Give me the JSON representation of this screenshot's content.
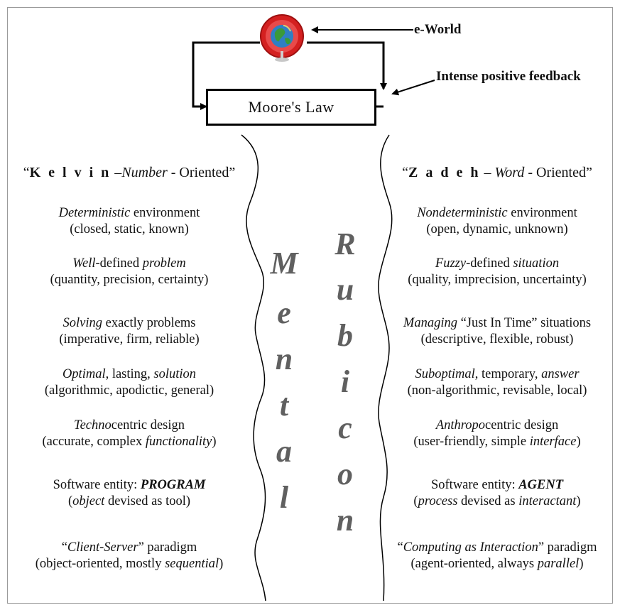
{
  "top": {
    "eworld_label": "e-World",
    "feedback_label": "Intense positive feedback",
    "moore_label": "Moore's Law"
  },
  "left": {
    "heading": {
      "a": "“",
      "b": "K e l v i n",
      "c": " –",
      "d": "Number",
      "e": " - Oriented”"
    },
    "items": [
      {
        "l1": [
          {
            "t": "Deterministic",
            "i": true
          },
          {
            "t": " environment",
            "i": false
          }
        ],
        "l2": "(closed, static, known)"
      },
      {
        "l1": [
          {
            "t": "Well",
            "i": true
          },
          {
            "t": "-defined ",
            "i": false
          },
          {
            "t": "problem",
            "i": true
          }
        ],
        "l2": "(quantity, precision, certainty)"
      },
      {
        "l1": [
          {
            "t": "Solving",
            "i": true
          },
          {
            "t": " exactly problems",
            "i": false
          }
        ],
        "l2": "(imperative, firm, reliable)"
      },
      {
        "l1": [
          {
            "t": "Optimal",
            "i": true
          },
          {
            "t": ", lasting, ",
            "i": false
          },
          {
            "t": "solution",
            "i": true
          }
        ],
        "l2": "(algorithmic, apodictic, general)"
      },
      {
        "l1": [
          {
            "t": "Techno",
            "i": true
          },
          {
            "t": "centric design",
            "i": false
          }
        ],
        "l2m": [
          {
            "t": "(accurate, complex ",
            "i": false
          },
          {
            "t": "functionality",
            "i": true
          },
          {
            "t": ")",
            "i": false
          }
        ]
      },
      {
        "l1": [
          {
            "t": "Software entity:  ",
            "i": false
          },
          {
            "t": "PROGRAM",
            "i": true,
            "b": true
          }
        ],
        "l2m": [
          {
            "t": "(",
            "i": false
          },
          {
            "t": "object",
            "i": true
          },
          {
            "t": " devised as tool)",
            "i": false
          }
        ]
      },
      {
        "l1": [
          {
            "t": "“",
            "i": false
          },
          {
            "t": "Client-Server",
            "i": true
          },
          {
            "t": "” paradigm",
            "i": false
          }
        ],
        "l2m": [
          {
            "t": "(object-oriented, mostly ",
            "i": false
          },
          {
            "t": "sequential",
            "i": true
          },
          {
            "t": ")",
            "i": false
          }
        ]
      }
    ]
  },
  "right": {
    "heading": {
      "a": "“",
      "b": "Z a d e h",
      "c": " – ",
      "d": "Word",
      "e": " - Oriented”"
    },
    "items": [
      {
        "l1": [
          {
            "t": "Nondeterministic",
            "i": true
          },
          {
            "t": " environment",
            "i": false
          }
        ],
        "l2": "(open, dynamic, unknown)"
      },
      {
        "l1": [
          {
            "t": "Fuzzy",
            "i": true
          },
          {
            "t": "-defined ",
            "i": false
          },
          {
            "t": "situation",
            "i": true
          }
        ],
        "l2": "(quality, imprecision, uncertainty)"
      },
      {
        "l1": [
          {
            "t": "Managing",
            "i": true
          },
          {
            "t": " “Just In Time” situations",
            "i": false
          }
        ],
        "l2": "(descriptive, flexible, robust)"
      },
      {
        "l1": [
          {
            "t": "Suboptimal",
            "i": true
          },
          {
            "t": ", temporary, ",
            "i": false
          },
          {
            "t": "answer",
            "i": true
          }
        ],
        "l2": "(non-algorithmic, revisable, local)"
      },
      {
        "l1": [
          {
            "t": "Anthropo",
            "i": true
          },
          {
            "t": "centric design",
            "i": false
          }
        ],
        "l2m": [
          {
            "t": "(user-friendly, simple ",
            "i": false
          },
          {
            "t": "interface",
            "i": true
          },
          {
            "t": ")",
            "i": false
          }
        ]
      },
      {
        "l1": [
          {
            "t": "Software entity:  ",
            "i": false
          },
          {
            "t": "AGENT",
            "i": true,
            "b": true
          }
        ],
        "l2m": [
          {
            "t": "(",
            "i": false
          },
          {
            "t": "process",
            "i": true
          },
          {
            "t": " devised as ",
            "i": false
          },
          {
            "t": "interactant",
            "i": true
          },
          {
            "t": ")",
            "i": false
          }
        ]
      },
      {
        "l1": [
          {
            "t": "“",
            "i": false
          },
          {
            "t": "Computing as Interaction",
            "i": true
          },
          {
            "t": "” paradigm",
            "i": false
          }
        ],
        "l2m": [
          {
            "t": "(agent-oriented, always ",
            "i": false
          },
          {
            "t": "parallel",
            "i": true
          },
          {
            "t": ")",
            "i": false
          }
        ]
      }
    ]
  },
  "center": {
    "mental": [
      "M",
      "e",
      "n",
      "t",
      "a",
      "l"
    ],
    "rubicon": [
      "R",
      "u",
      "b",
      "i",
      "c",
      "o",
      "n"
    ]
  }
}
